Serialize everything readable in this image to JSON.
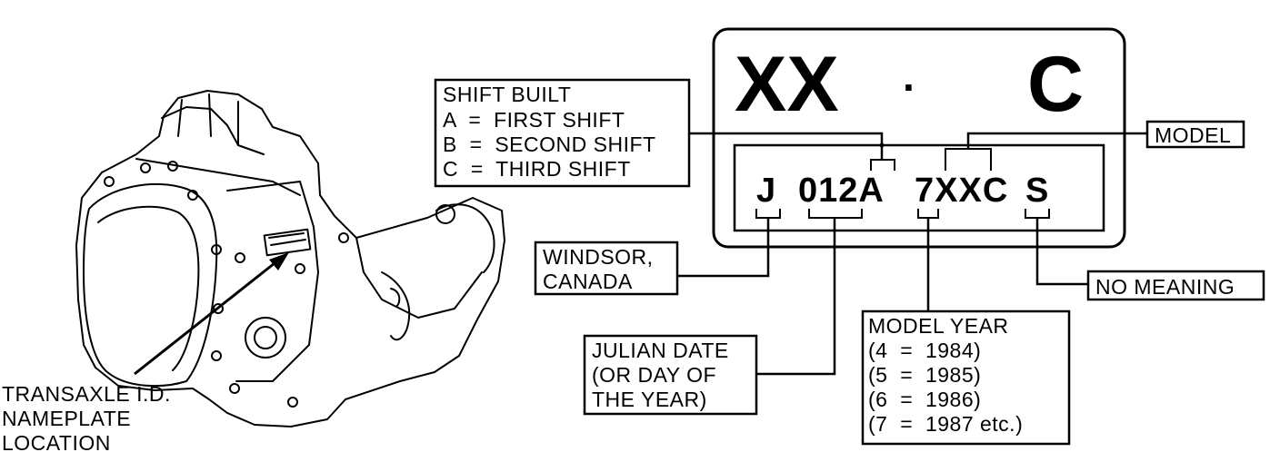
{
  "plate": {
    "top_left": "XX",
    "top_dot": "·",
    "top_right": "C",
    "code": {
      "plant": "J",
      "date": "012A",
      "model": "7XXC",
      "suffix": "S"
    }
  },
  "callouts": {
    "shift_built": {
      "title": "SHIFT BUILT",
      "lines": [
        "A  =  FIRST SHIFT",
        "B  =  SECOND SHIFT",
        "C  =  THIRD SHIFT"
      ]
    },
    "model": "MODEL",
    "plant": [
      "WINDSOR,",
      "CANADA"
    ],
    "no_meaning": "NO MEANING",
    "model_year": {
      "title": "MODEL YEAR",
      "lines": [
        "(4  =  1984)",
        "(5  =  1985)",
        "(6  =  1986)",
        "(7  =  1987 etc.)"
      ]
    },
    "julian_date": [
      "JULIAN DATE",
      "(OR DAY OF",
      "THE YEAR)"
    ],
    "nameplate_location": [
      "TRANSAXLE I.D.",
      "NAMEPLATE",
      "LOCATION"
    ]
  }
}
